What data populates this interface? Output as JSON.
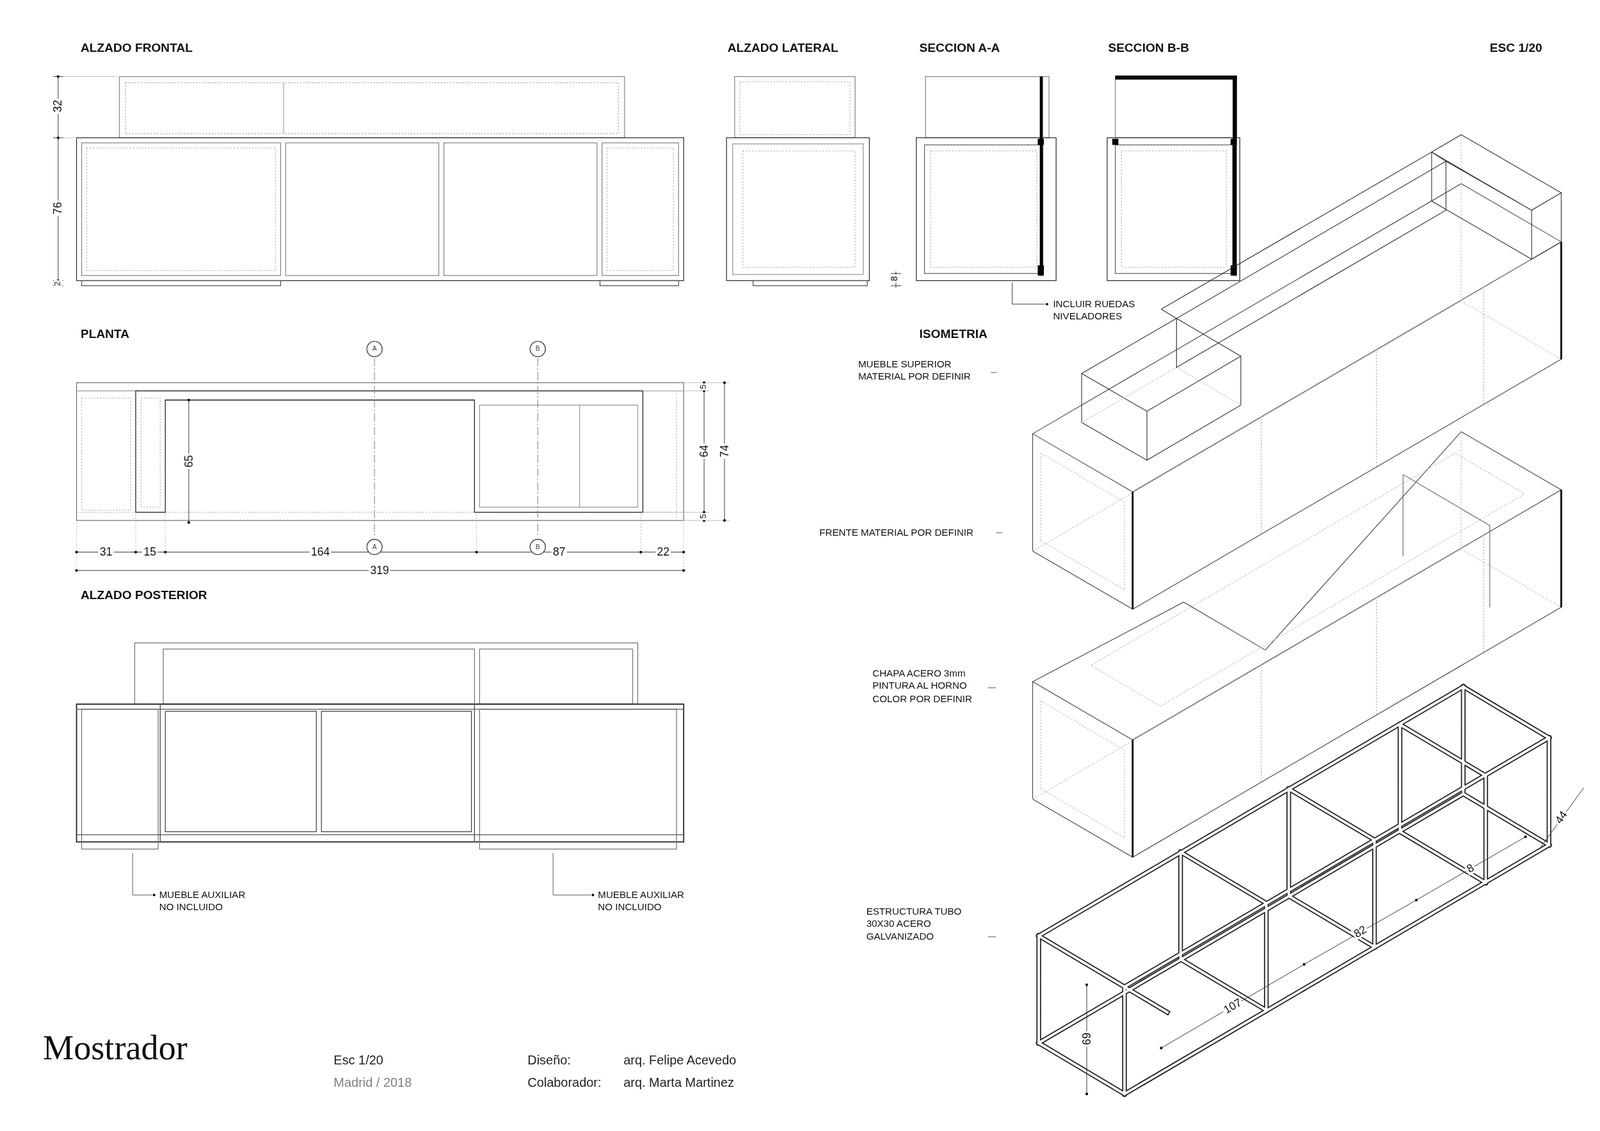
{
  "diagram": {
    "title": "Mostrador",
    "nodes": [
      {
        "text": [
          "A"
        ]
      },
      {
        "text": [
          "B"
        ]
      },
      {
        "text": [
          "A"
        ]
      },
      {
        "text": [
          "B"
        ]
      }
    ],
    "edges": [
      {
        "from": 0,
        "to": 2,
        "arrow": "none"
      },
      {
        "from": 1,
        "to": 3,
        "arrow": "none"
      }
    ],
    "labels": [
      "ALZADO FRONTAL",
      "ALZADO LATERAL",
      "SECCION A-A",
      "SECCION B-B",
      "ESC 1/20",
      "32",
      "76",
      "2",
      "8",
      "INCLUIR RUEDAS NIVELADORES",
      "PLANTA",
      "65",
      "5",
      "64",
      "74",
      "5",
      "31",
      "15",
      "164",
      "87",
      "22",
      "319",
      "ALZADO POSTERIOR",
      "MUEBLE AUXILIAR NO INCLUIDO",
      "MUEBLE AUXILIAR NO INCLUIDO",
      "ISOMETRIA",
      "MUEBLE SUPERIOR MATERIAL POR DEFINIR",
      "FRENTE MATERIAL POR DEFINIR",
      "CHAPA ACERO 3mm PINTURA AL HORNO COLOR POR DEFINIR",
      "ESTRUCTURA TUBO 30X30 ACERO GALVANIZADO",
      "44",
      "8",
      "82",
      "107",
      "69",
      "Esc 1/20",
      "Madrid / 2018",
      "Diseño:",
      "arq. Felipe Acevedo",
      "Colaborador:",
      "arq. Marta Martinez"
    ]
  }
}
